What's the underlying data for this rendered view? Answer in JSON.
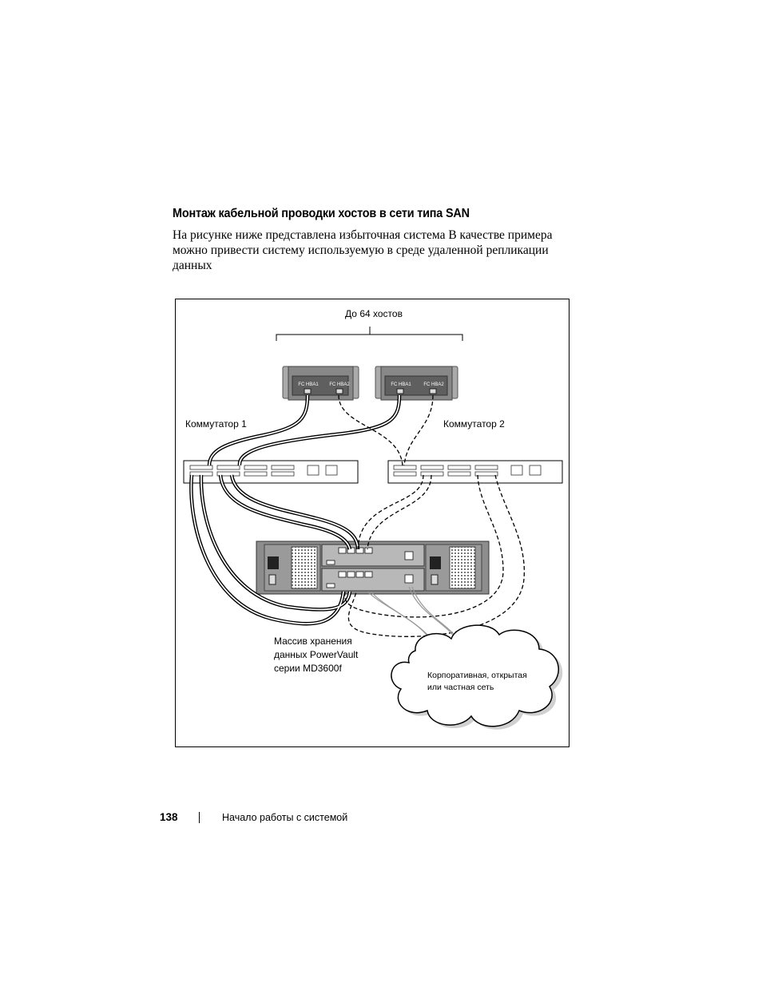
{
  "section": {
    "heading": "Монтаж кабельной проводки хостов в сети типа SAN",
    "paragraph_lines": [
      "На рисунке ниже представлена избыточная система  В качестве примера",
      "можно привести систему  используемую в среде удаленной репликации",
      "данных"
    ]
  },
  "figure": {
    "hosts_label": "До 64 хостов",
    "hba1_label": "FC HBA1",
    "hba2_label": "FC HBA2",
    "switch1_label": "Коммутатор 1",
    "switch2_label": "Коммутатор 2",
    "array_label_lines": [
      "Массив хранения",
      "данных PowerVault",
      "серии MD3600f"
    ],
    "cloud_label_lines": [
      "Корпоративная, открытая",
      "или частная сеть"
    ]
  },
  "footer": {
    "page_number": "138",
    "chapter_title": "Начало работы с системой"
  }
}
